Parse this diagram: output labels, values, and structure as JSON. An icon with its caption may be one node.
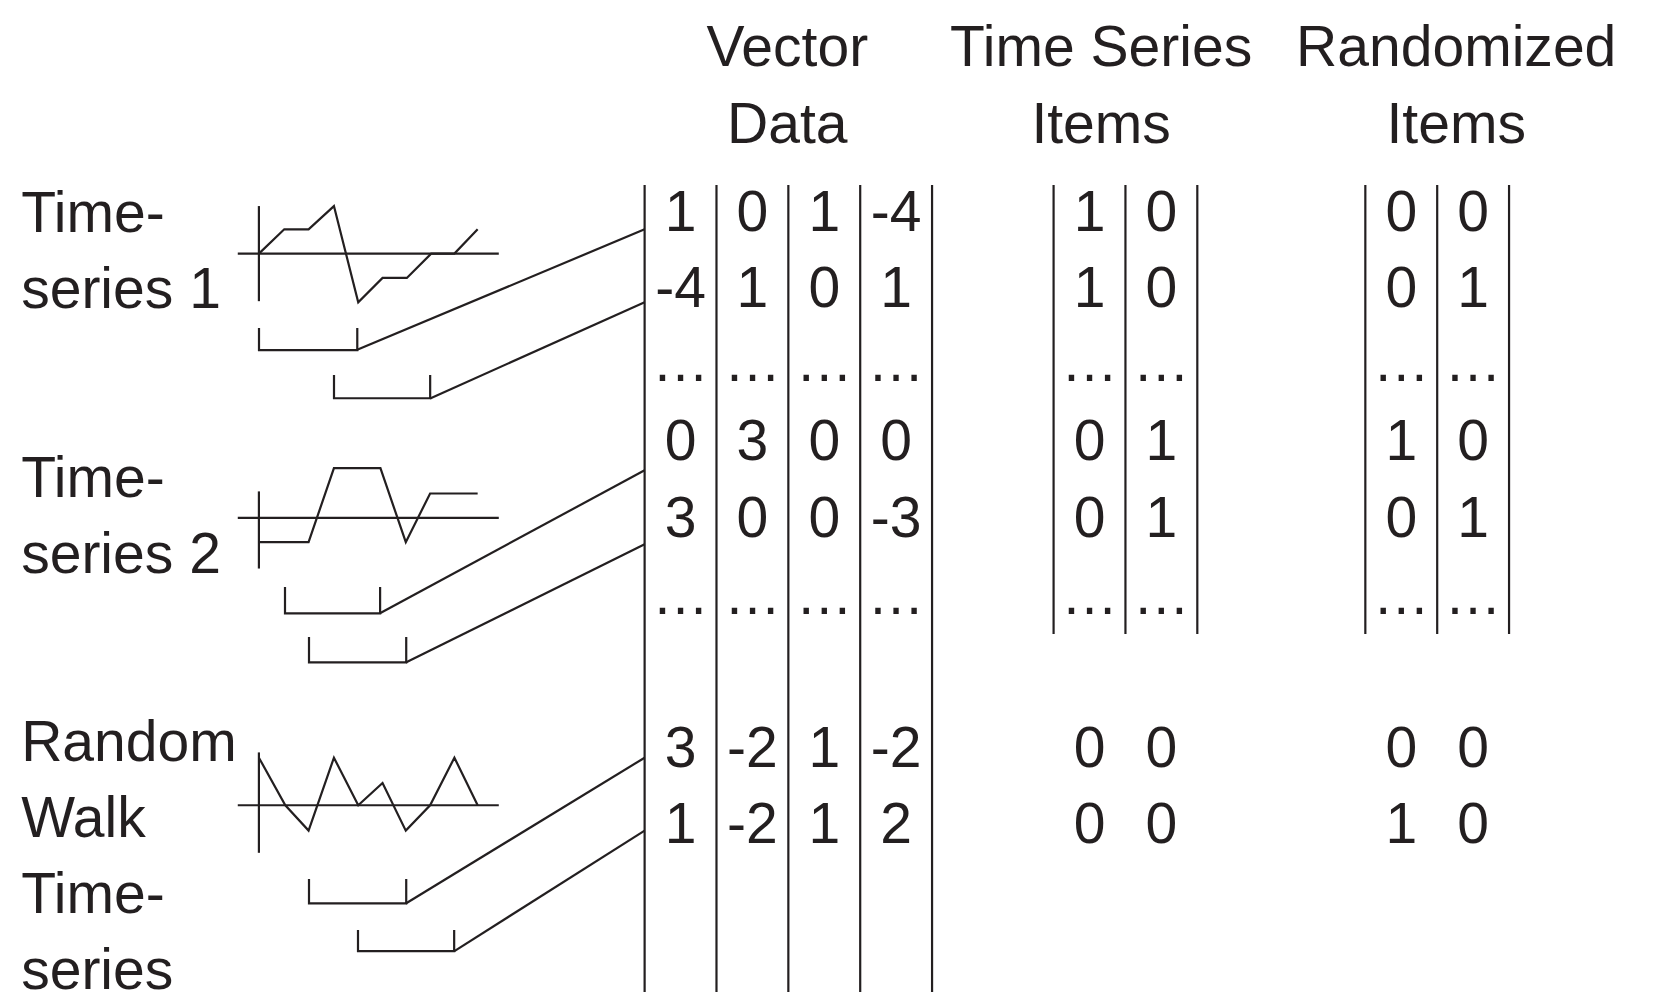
{
  "diagram": {
    "nodes": [
      {
        "text": [],
        "shape": "bracket"
      },
      {
        "text": [],
        "shape": "bracket"
      },
      {
        "text": [],
        "shape": "bracket"
      },
      {
        "text": [],
        "shape": "bracket"
      },
      {
        "text": [],
        "shape": "bracket"
      },
      {
        "text": [],
        "shape": "bracket"
      },
      {
        "text": [
          "1",
          "0",
          "1",
          "-4"
        ]
      },
      {
        "text": [
          "-4",
          "1",
          "0",
          "1"
        ]
      },
      {
        "text": [
          "0",
          "3",
          "0",
          "0"
        ]
      },
      {
        "text": [
          "3",
          "0",
          "0",
          "-3"
        ]
      },
      {
        "text": [
          "3",
          "-2",
          "1",
          "-2"
        ]
      },
      {
        "text": [
          "1",
          "-2",
          "1",
          "2"
        ]
      }
    ],
    "edges": [
      {
        "from": 0,
        "to": 6,
        "arrow": "none"
      },
      {
        "from": 1,
        "to": 7,
        "arrow": "none"
      },
      {
        "from": 2,
        "to": 8,
        "arrow": "none"
      },
      {
        "from": 3,
        "to": 9,
        "arrow": "none"
      },
      {
        "from": 4,
        "to": 10,
        "arrow": "none"
      },
      {
        "from": 5,
        "to": 11,
        "arrow": "none"
      }
    ],
    "labels": [
      "Vector Data",
      "Time Series Items",
      "Randomized Items",
      "Time-series 1",
      "Time-series 2",
      "Random Walk Time-series",
      "1",
      "0",
      "0",
      "0",
      "1",
      "0",
      "0",
      "1",
      "…",
      "…",
      "…",
      "…",
      "…",
      "…",
      "…",
      "…",
      "0",
      "1",
      "1",
      "0",
      "0",
      "1",
      "0",
      "1",
      "…",
      "…",
      "…",
      "…",
      "…",
      "…",
      "…",
      "…",
      "0",
      "0",
      "0",
      "0",
      "0",
      "0",
      "1",
      "0"
    ]
  }
}
